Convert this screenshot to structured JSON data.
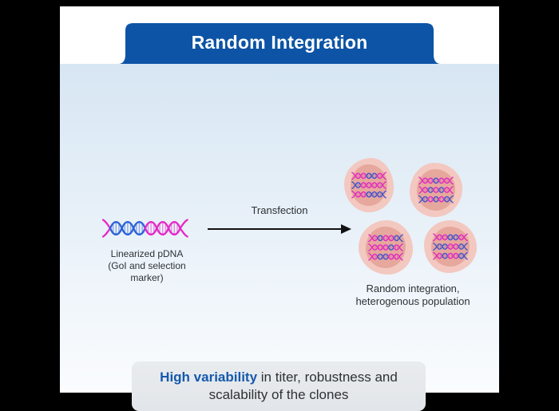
{
  "banner": {
    "title": "Random Integration"
  },
  "colors": {
    "frame_bg": "#000000",
    "card_bg": "#ffffff",
    "banner_blue": "#0d54a6",
    "panel_top": "#d7e6f3",
    "panel_bottom": "#fafcfe",
    "dna_magenta": "#e528c8",
    "dna_blue": "#2d63d8",
    "mini_magenta": "#df2cc0",
    "mini_blue": "#4653cd",
    "cell_outer": "#f3c8c0",
    "cell_inner": "#e6a89c",
    "text_dark": "#2e3135",
    "highlight_blue": "#1559ad",
    "box_bg": "#e2e5e9",
    "arrow_color": "#121212"
  },
  "pdna": {
    "helix": {
      "fork_left": "m",
      "lenses": [
        "b",
        "b",
        "b",
        "m",
        "m",
        "m"
      ],
      "fork_right": "m"
    },
    "label_lines": [
      "Linearized pDNA",
      "(GoI and selection",
      "marker)"
    ]
  },
  "arrow": {
    "label": "Transfection"
  },
  "cells": {
    "caption_lines": [
      "Random integration,",
      "heterogenous population"
    ],
    "items": [
      {
        "rows": [
          [
            "m",
            "m",
            "b",
            "b",
            "m"
          ],
          [
            "b",
            "m",
            "m",
            "m",
            "m"
          ],
          [
            "m",
            "m",
            "b",
            "b",
            "b"
          ]
        ]
      },
      {
        "rows": [
          [
            "m",
            "m",
            "b",
            "m",
            "m"
          ],
          [
            "m",
            "b",
            "m",
            "b",
            "m"
          ],
          [
            "b",
            "m",
            "b",
            "m",
            "b"
          ]
        ]
      },
      {
        "rows": [
          [
            "m",
            "b",
            "m",
            "m",
            "b"
          ],
          [
            "m",
            "m",
            "m",
            "b",
            "m"
          ],
          [
            "m",
            "b",
            "b",
            "m",
            "m"
          ]
        ]
      },
      {
        "rows": [
          [
            "m",
            "m",
            "b",
            "b",
            "m"
          ],
          [
            "b",
            "b",
            "m",
            "m",
            "b"
          ],
          [
            "m",
            "b",
            "m",
            "m",
            "b"
          ]
        ]
      }
    ]
  },
  "bottom_box": {
    "highlight": "High variability",
    "line1_rest": " in titer, robustness and",
    "line2": "scalability of the clones"
  }
}
